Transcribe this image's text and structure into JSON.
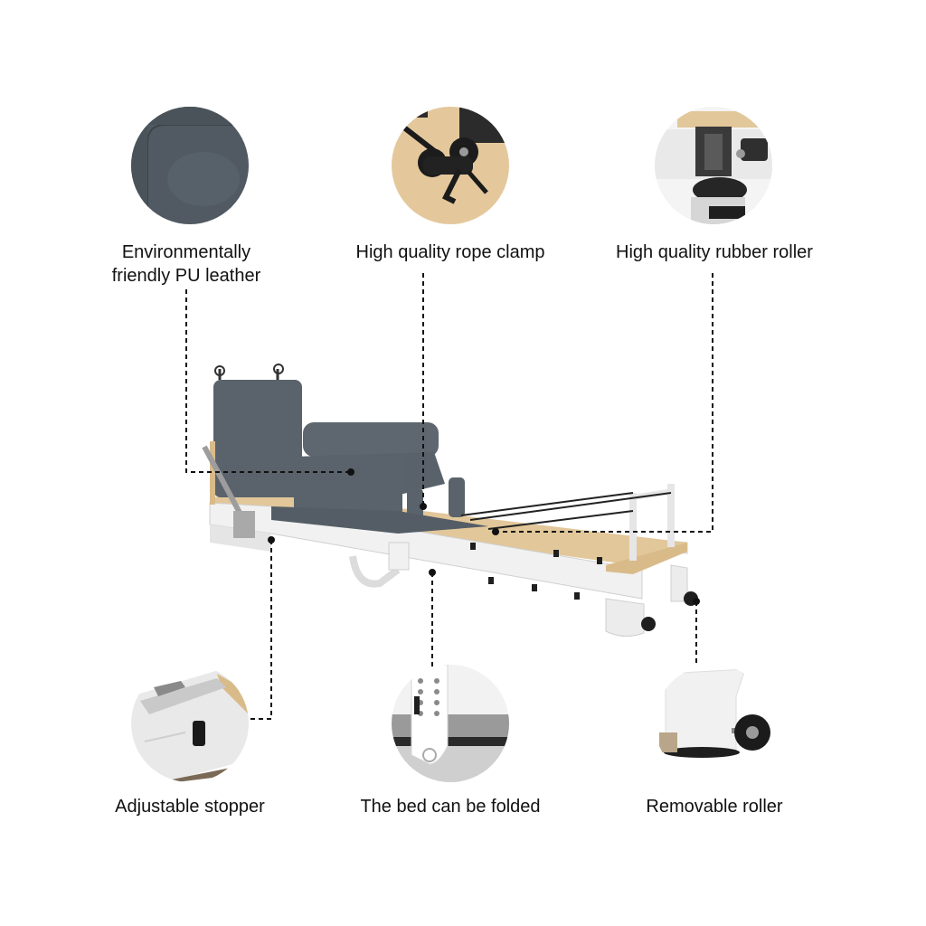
{
  "features": [
    {
      "id": "leather",
      "label_line1": "Environmentally",
      "label_line2": "friendly PU leather",
      "icon": "leather-swatch"
    },
    {
      "id": "rope-clamp",
      "label": "High quality rope clamp",
      "icon": "rope-clamp"
    },
    {
      "id": "rubber-roller",
      "label": "High quality rubber roller",
      "icon": "rubber-roller"
    },
    {
      "id": "stopper",
      "label": "Adjustable stopper",
      "icon": "adjustable-stopper"
    },
    {
      "id": "fold",
      "label": "The bed can be folded",
      "icon": "folding-hinge"
    },
    {
      "id": "removable-roller",
      "label": "Removable roller",
      "icon": "removable-wheel"
    }
  ],
  "colors": {
    "upholstery": "#5a636b",
    "frame": "#ececec",
    "wood": "#e2c79a",
    "leader_line": "#111111"
  }
}
